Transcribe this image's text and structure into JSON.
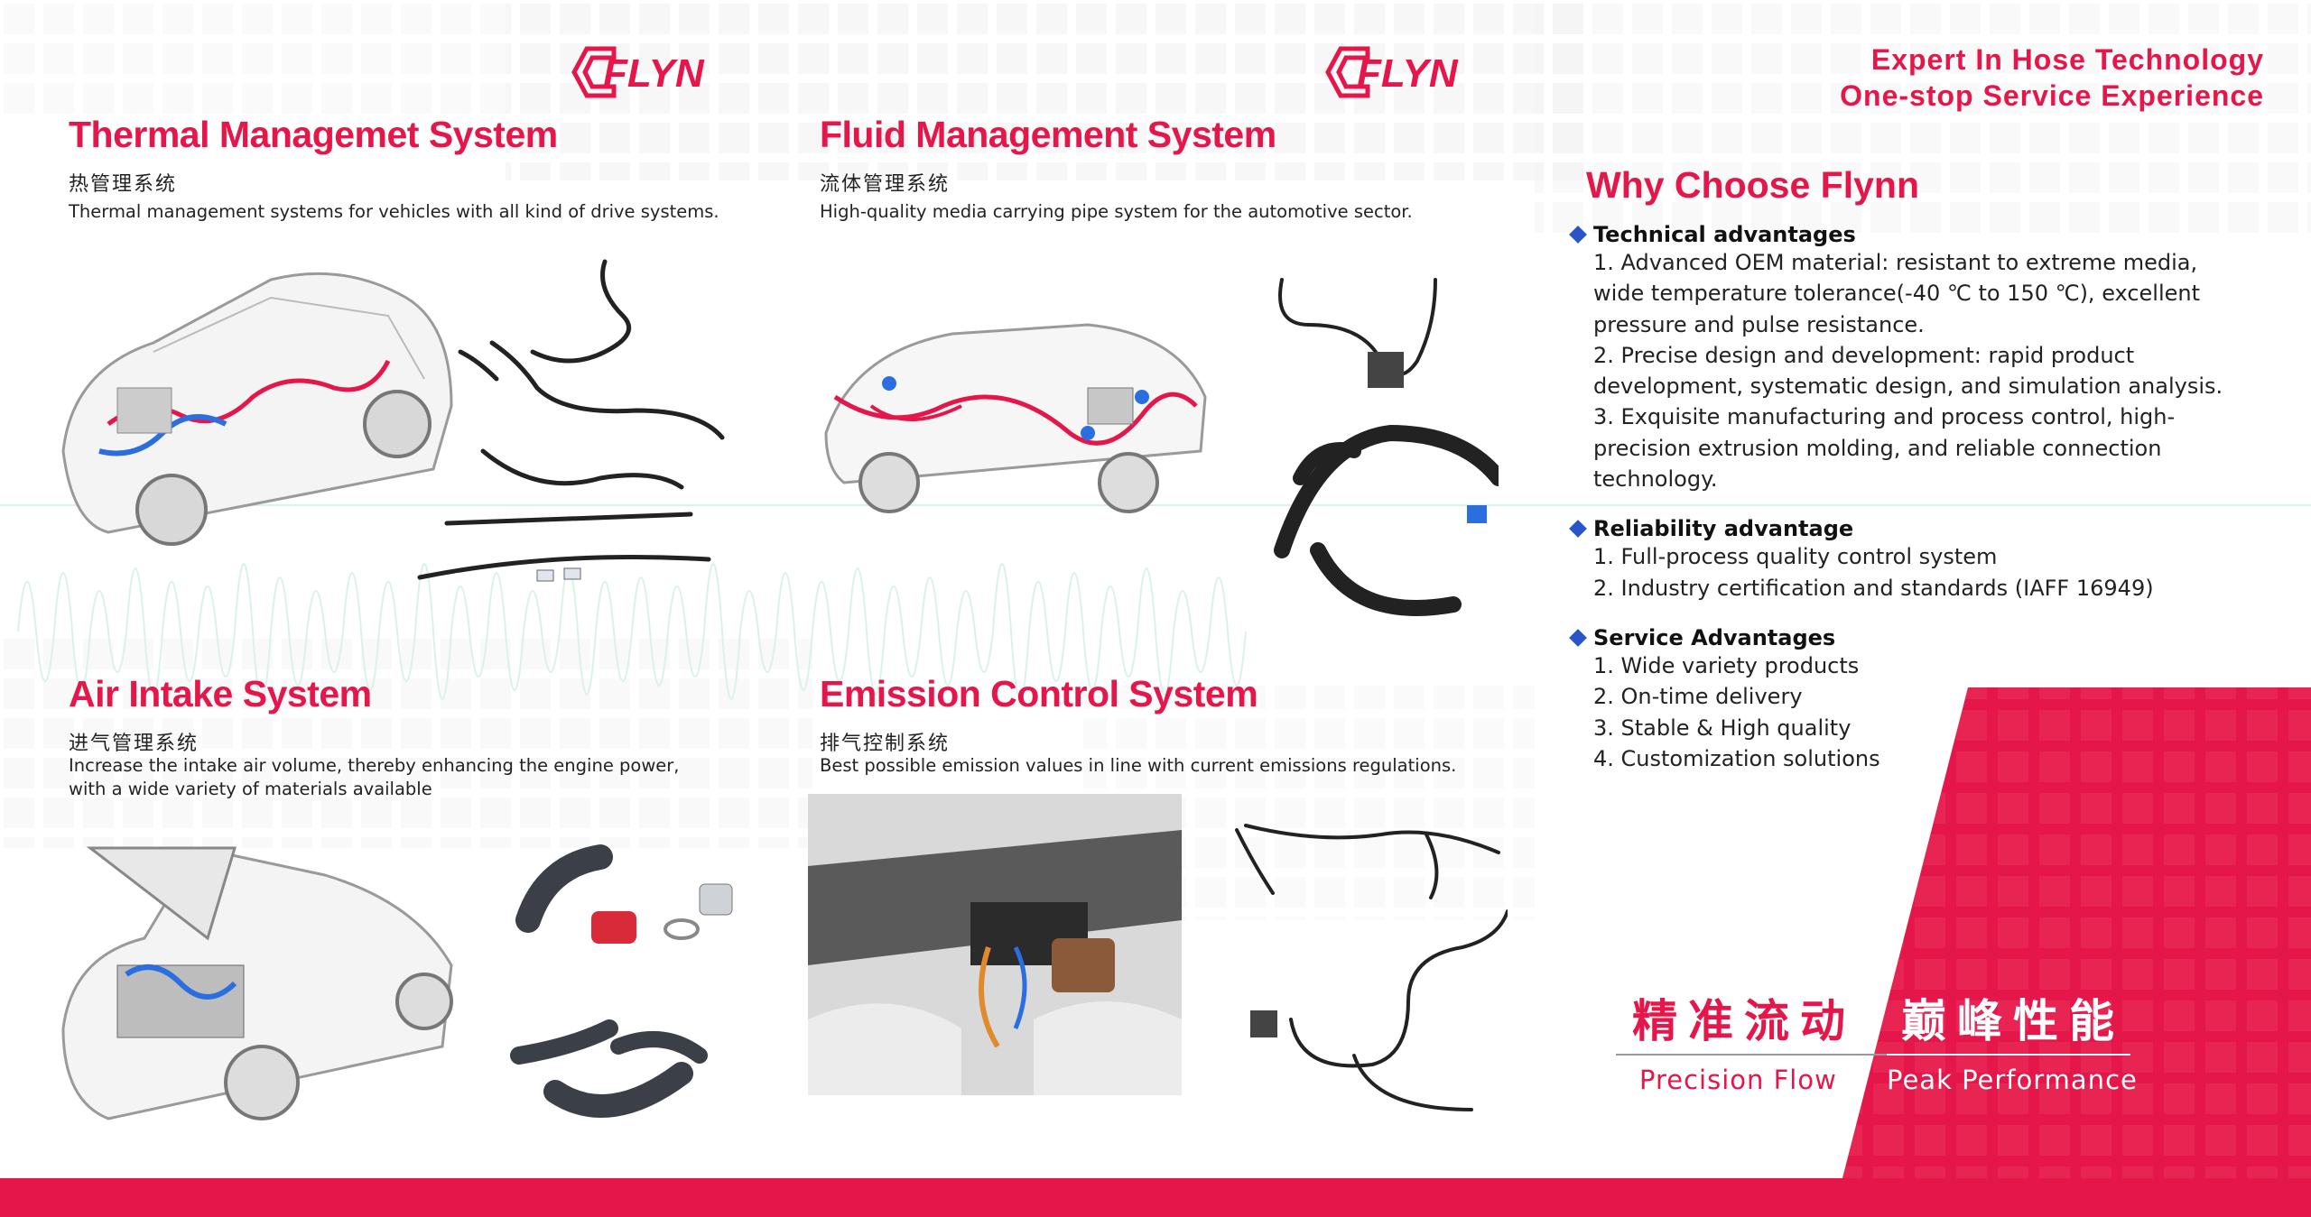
{
  "brand": {
    "logo_text": "FLYN"
  },
  "slogan": {
    "line1": "Expert In Hose Technology",
    "line2": "One-stop Service Experience"
  },
  "sections": {
    "thermal": {
      "title": "Thermal Managemet System",
      "title_cn": "热管理系统",
      "desc": "Thermal management systems for vehicles with all kind of drive systems."
    },
    "fluid": {
      "title": "Fluid Management System",
      "title_cn": "流体管理系统",
      "desc": "High-quality media carrying pipe system for the automotive sector."
    },
    "air": {
      "title": "Air Intake System",
      "title_cn": "进气管理系统",
      "desc_line1": "Increase the intake air volume, thereby enhancing the engine power,",
      "desc_line2": "with a wide variety of materials available"
    },
    "emission": {
      "title": "Emission Control System",
      "title_cn": "排气控制系统",
      "desc": "Best possible emission values in line with current emissions regulations."
    }
  },
  "why": {
    "title": "Why Choose Flynn",
    "groups": [
      {
        "heading": "Technical advantages",
        "lines": [
          "1. Advanced OEM material: resistant to extreme media,",
          "wide temperature tolerance(-40  ℃ to 150 ℃), excellent",
          "pressure and pulse  resistance.",
          "2. Precise design and development: rapid product",
          "development, systematic design, and simulation analysis.",
          "3. Exquisite manufacturing and process control, high-",
          "precision extrusion molding, and reliable connection",
          "technology."
        ]
      },
      {
        "heading": "Reliability advantage",
        "lines": [
          "1. Full-process quality control system",
          "2. Industry certification and standards (IAFF 16949)"
        ]
      },
      {
        "heading": "Service Advantages",
        "lines": [
          "1. Wide variety products",
          "2. On-time delivery",
          "3. Stable & High quality",
          "4. Customization solutions"
        ]
      }
    ]
  },
  "tagline": {
    "cn_left": "精准流动",
    "cn_right": "巅峰性能",
    "en_left": "Precision Flow",
    "en_right": "Peak Performance"
  },
  "colors": {
    "accent": "#e5174a",
    "bullet": "#2a55c8"
  },
  "icons": [
    "diamond-bullet-icon",
    "flyn-logo"
  ]
}
